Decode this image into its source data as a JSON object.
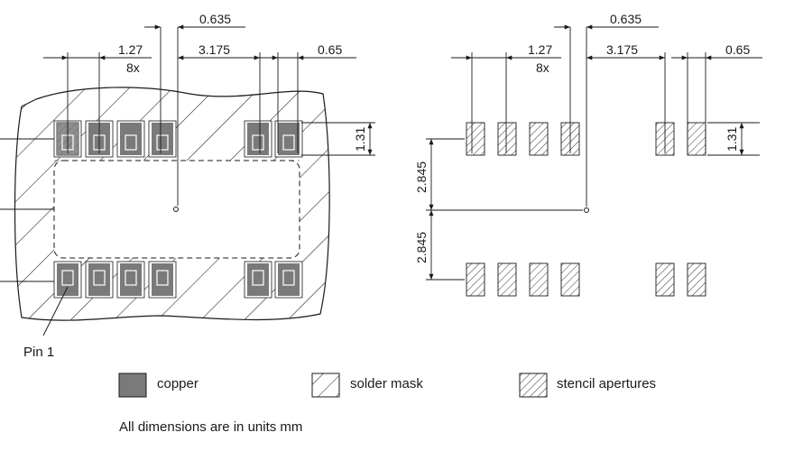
{
  "colors": {
    "copper": "#7a7a7a",
    "line": "#1a1a1a",
    "background": "#ffffff"
  },
  "left_view": {
    "dims": {
      "offset": "0.635",
      "pitch": "1.27",
      "pitch_count": "8x",
      "gap": "3.175",
      "pad_width": "0.65",
      "pad_height": "1.31"
    },
    "pin1_label": "Pin 1"
  },
  "right_view": {
    "dims": {
      "offset": "0.635",
      "pitch": "1.27",
      "pitch_count": "8x",
      "gap": "3.175",
      "pad_width": "0.65",
      "pad_height": "1.31",
      "row_offset_top": "2.845",
      "row_offset_bottom": "2.845"
    }
  },
  "legend": {
    "copper": "copper",
    "solder_mask": "solder mask",
    "stencil": "stencil apertures"
  },
  "footnote": "All dimensions are in units mm"
}
